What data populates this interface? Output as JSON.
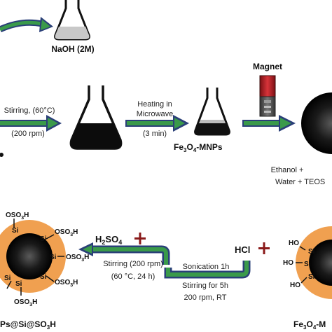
{
  "reagents": {
    "naoh": "NaOH (2M)",
    "hcl": "HCl",
    "h2so4_main": "H",
    "h2so4_sub": "2",
    "h2so4_tail": "SO",
    "h2so4_sub2": "4"
  },
  "magnet": {
    "label": "Magnet"
  },
  "step1": {
    "line1": "Stirring, (60°C)",
    "line2": "(200 rpm)"
  },
  "step2": {
    "line1": "Heating in",
    "line2": "Microwave",
    "line3": "(3 min)"
  },
  "product1": {
    "a": "Fe",
    "b": "3",
    "c": "O",
    "d": "4",
    "e": "-MNPs"
  },
  "coating": {
    "line1": "Ethanol +",
    "line2": "Water + TEOS"
  },
  "step3": {
    "line1": "Sonication 1h",
    "line2": "Stirring for 5h",
    "line3": "200 rpm, RT"
  },
  "step4": {
    "line1": "Stirring (200 rpm)",
    "line2": "(60 °C, 24 h)"
  },
  "particle_left": {
    "si": "Si",
    "oso3h": "OSO",
    "sub3": "3",
    "h": "H"
  },
  "particle_right": {
    "si": "Si",
    "ho": "HO"
  },
  "product_left": {
    "a": "Ps@Si@SO",
    "b": "3",
    "c": "H"
  },
  "product_right": {
    "a": "Fe",
    "b": "3",
    "c": "O",
    "d": "4",
    "e": "-M"
  },
  "colors": {
    "arrow_green": "#3a9a4a",
    "arrow_blue": "#2a3f78",
    "plus_red": "#8a1a1a",
    "shell_orange": "#f0a050",
    "core_black": "#111111",
    "magnet_red": "#c0282c"
  }
}
